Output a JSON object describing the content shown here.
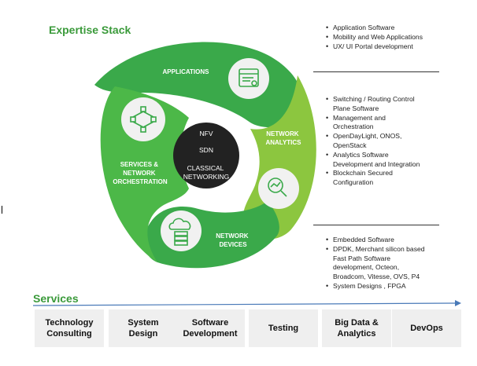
{
  "page": {
    "title": "Expertise Stack",
    "services_title": "Services"
  },
  "diagram": {
    "segments": [
      {
        "label": "APPLICATIONS",
        "icon": "application-window-icon"
      },
      {
        "label": "NETWORK\nANALYTICS",
        "icon": "magnifier-chart-icon"
      },
      {
        "label": "NETWORK\nDEVICES",
        "icon": "cloud-server-icon"
      },
      {
        "label": "SERVICES  &\nNETWORK\nORCHESTRATION",
        "icon": "network-nodes-icon"
      }
    ],
    "core": {
      "labels": [
        "NFV",
        "SDN",
        "CLASSICAL\nNETWORKING"
      ]
    },
    "colors": {
      "dark_green": "#3aa94a",
      "light_green": "#8cc63f",
      "core": "#222222",
      "icon_circle": "#f1f1f1"
    }
  },
  "details": {
    "applications": [
      "Application Software",
      "Mobility and Web Applications",
      "UX/ UI Portal development"
    ],
    "network_analytics": [
      "Switching / Routing Control\nPlane Software",
      "Management and\nOrchestration",
      "OpenDayLight, ONOS,\nOpenStack",
      "Analytics Software\nDevelopment and Integration",
      "Blockchain Secured\nConfiguration"
    ],
    "network_devices": [
      "Embedded Software",
      "DPDK, Merchant silicon based\nFast Path Software\ndevelopment, Octeon,\nBroadcom, Vitesse, OVS, P4",
      "System Designs , FPGA"
    ]
  },
  "services": [
    "Technology\nConsulting",
    "System\nDesign",
    "Software\nDevelopment",
    "Testing",
    "Big Data &\nAnalytics",
    "DevOps"
  ]
}
